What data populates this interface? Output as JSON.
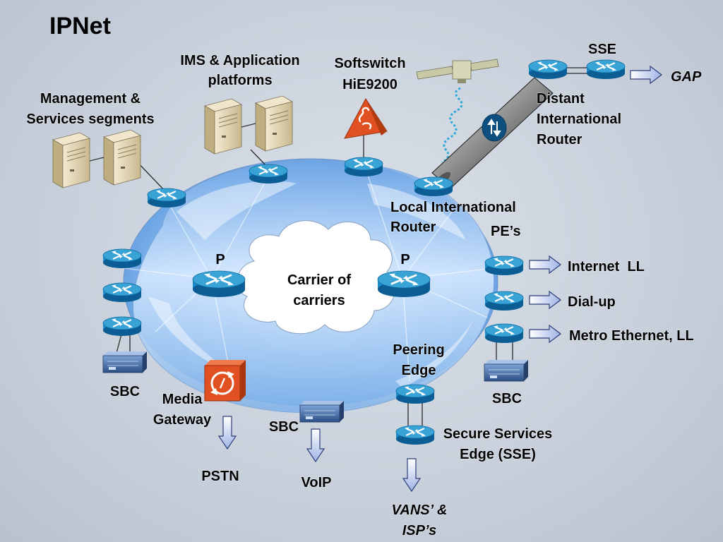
{
  "title": "IPNet",
  "labels": {
    "ims": [
      "IMS & Application",
      "platforms"
    ],
    "softswitch": [
      "Softswitch",
      "HiE9200"
    ],
    "sse_top": "SSE",
    "gap": "GAP",
    "distant_router": [
      "Distant",
      "International",
      "Router"
    ],
    "management": [
      "Management &",
      "Services segments"
    ],
    "local_router": [
      "Local International",
      "Router"
    ],
    "pes": "PE’s",
    "p_left": "P",
    "p_right": "P",
    "carrier": [
      "Carrier of",
      "carriers"
    ],
    "internet": "Internet  LL",
    "dialup": "Dial-up",
    "metro": "Metro Ethernet, LL",
    "peering": [
      "Peering",
      "Edge"
    ],
    "sbc_left": "SBC",
    "sbc_right": "SBC",
    "sbc_bottom": "SBC",
    "media_gateway": [
      "Media",
      "Gateway"
    ],
    "secure_services": [
      "Secure Services",
      "Edge (SSE)"
    ],
    "pstn": "PSTN",
    "voip": "VoIP",
    "vans": [
      "VANS’ &",
      "ISP’s"
    ]
  },
  "colors": {
    "router_top": "#2a8fc0",
    "router_side": "#0d5f8c",
    "ring_light": "#e8f3ff",
    "ring_dark": "#6fa8e6",
    "arrow_fill": "#c9d6f2",
    "accent_orange": "#e8501a"
  }
}
